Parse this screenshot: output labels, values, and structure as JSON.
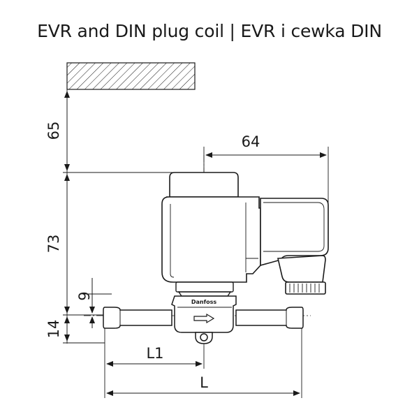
{
  "title": "EVR and DIN plug coil | EVR i cewka DIN",
  "dimensions": {
    "height_above": "65",
    "coil_offset": "64",
    "body_height": "73",
    "axis_height": "9",
    "base_height": "14",
    "half_length": "L1",
    "total_length": "L"
  },
  "brand_label": "Danfoss",
  "colors": {
    "line": "#1a1a1a",
    "background": "#ffffff"
  }
}
